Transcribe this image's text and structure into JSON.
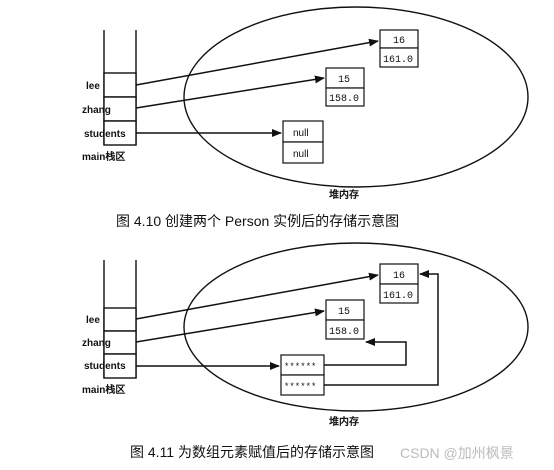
{
  "figure1": {
    "stack_labels": [
      "lee",
      "zhang",
      "students"
    ],
    "stack_title": "main栈区",
    "heap_title": "堆内存",
    "obj_lee": {
      "age": "16",
      "height": "161.0"
    },
    "obj_zhang": {
      "age": "15",
      "height": "158.0"
    },
    "array_cells": [
      "null",
      "null"
    ],
    "caption": "图 4.10   创建两个 Person 实例后的存储示意图"
  },
  "figure2": {
    "stack_labels": [
      "lee",
      "zhang",
      "students"
    ],
    "stack_title": "main栈区",
    "heap_title": "堆内存",
    "obj_lee": {
      "age": "16",
      "height": "161.0"
    },
    "obj_zhang": {
      "age": "15",
      "height": "158.0"
    },
    "array_cells": [
      "******",
      "******"
    ],
    "caption": "图 4.11    为数组元素赋值后的存储示意图"
  },
  "watermark": "CSDN @加州枫景"
}
